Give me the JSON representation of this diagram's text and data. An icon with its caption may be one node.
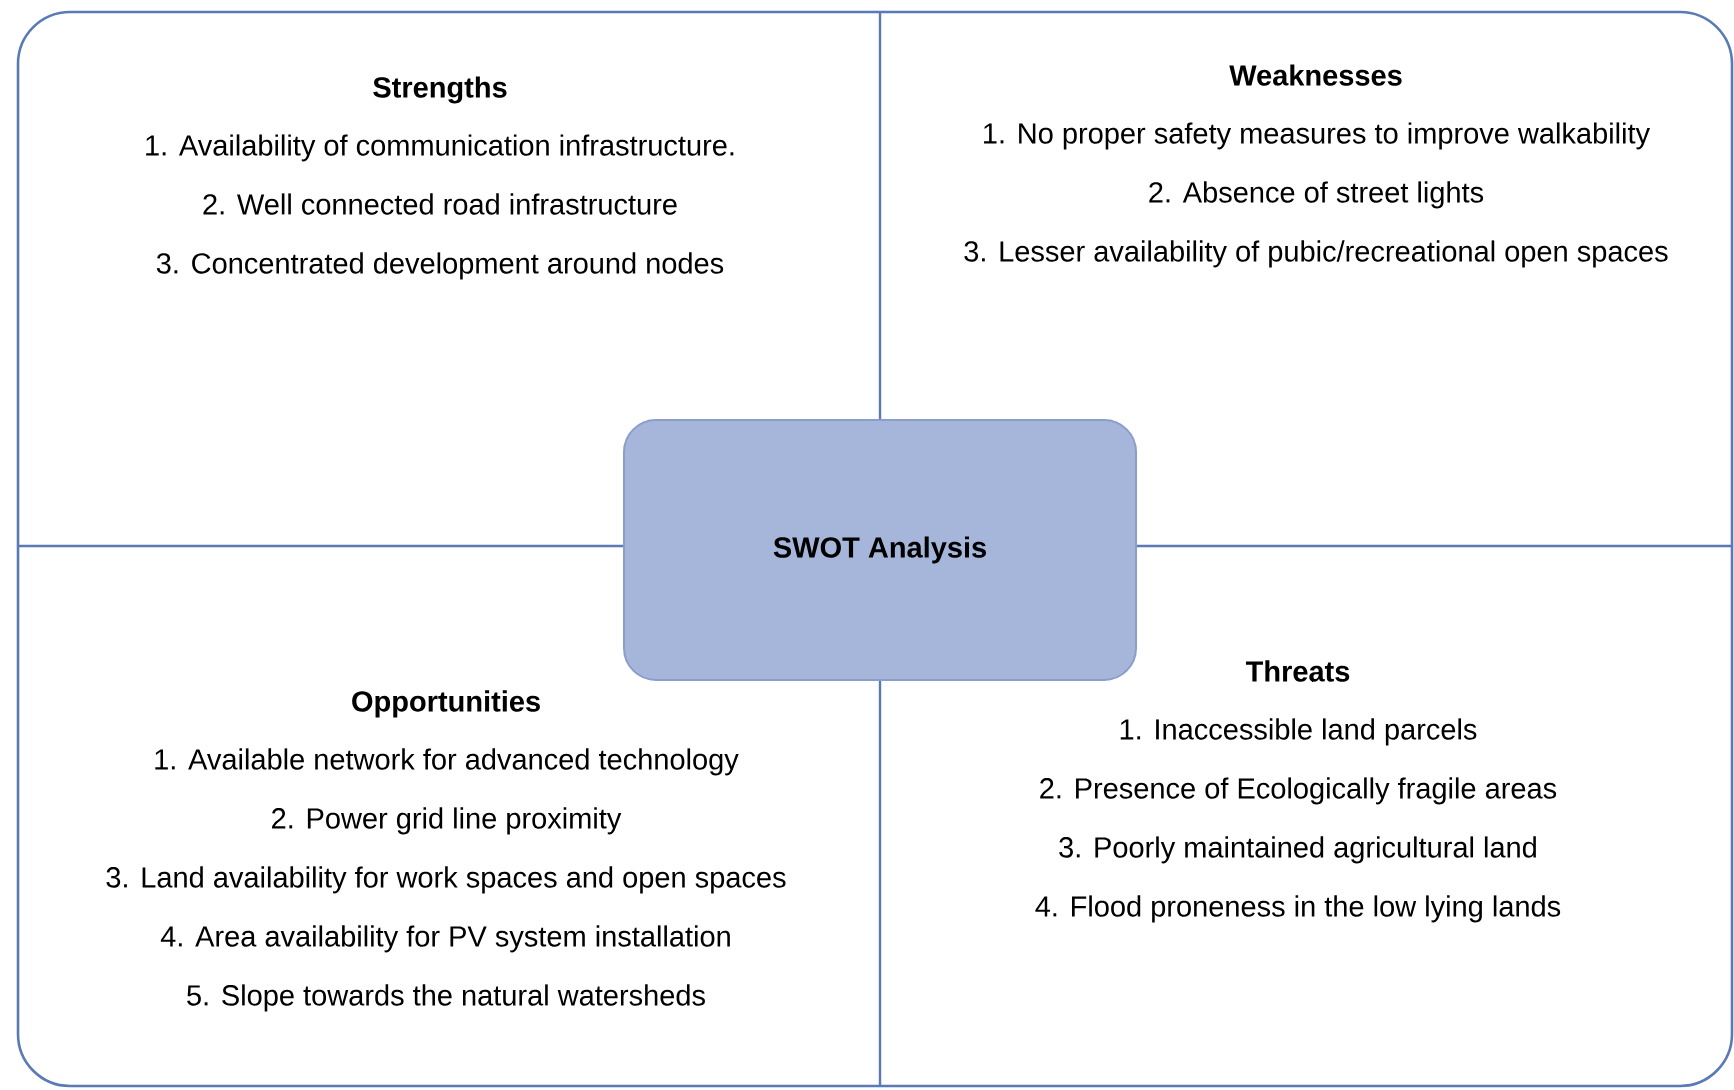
{
  "diagram": {
    "nodes": [
      {
        "text": [
          "Strengths",
          "1. Availability of communication infrastructure.",
          "2. Well connected road infrastructure",
          "3. Concentrated development around nodes"
        ]
      },
      {
        "text": [
          "Weaknesses",
          "1. No proper safety measures to improve walkability",
          "2. Absence of street lights",
          "3. Lesser availability of pubic/recreational open spaces"
        ]
      },
      {
        "text": [
          "Opportunities",
          "1. Available network for advanced technology",
          "2. Power grid line proximity",
          "3. Land availability for work spaces and open spaces",
          "4. Area availability for PV system installation",
          "5. Slope towards the natural watersheds"
        ]
      },
      {
        "text": [
          "Threats",
          "1. Inaccessible land parcels",
          "2. Presence of Ecologically fragile areas",
          "3. Poorly maintained agricultural land",
          "4. Flood proneness in the low lying lands"
        ]
      },
      {
        "text": [
          "SWOT Analysis"
        ]
      }
    ],
    "edges": []
  }
}
